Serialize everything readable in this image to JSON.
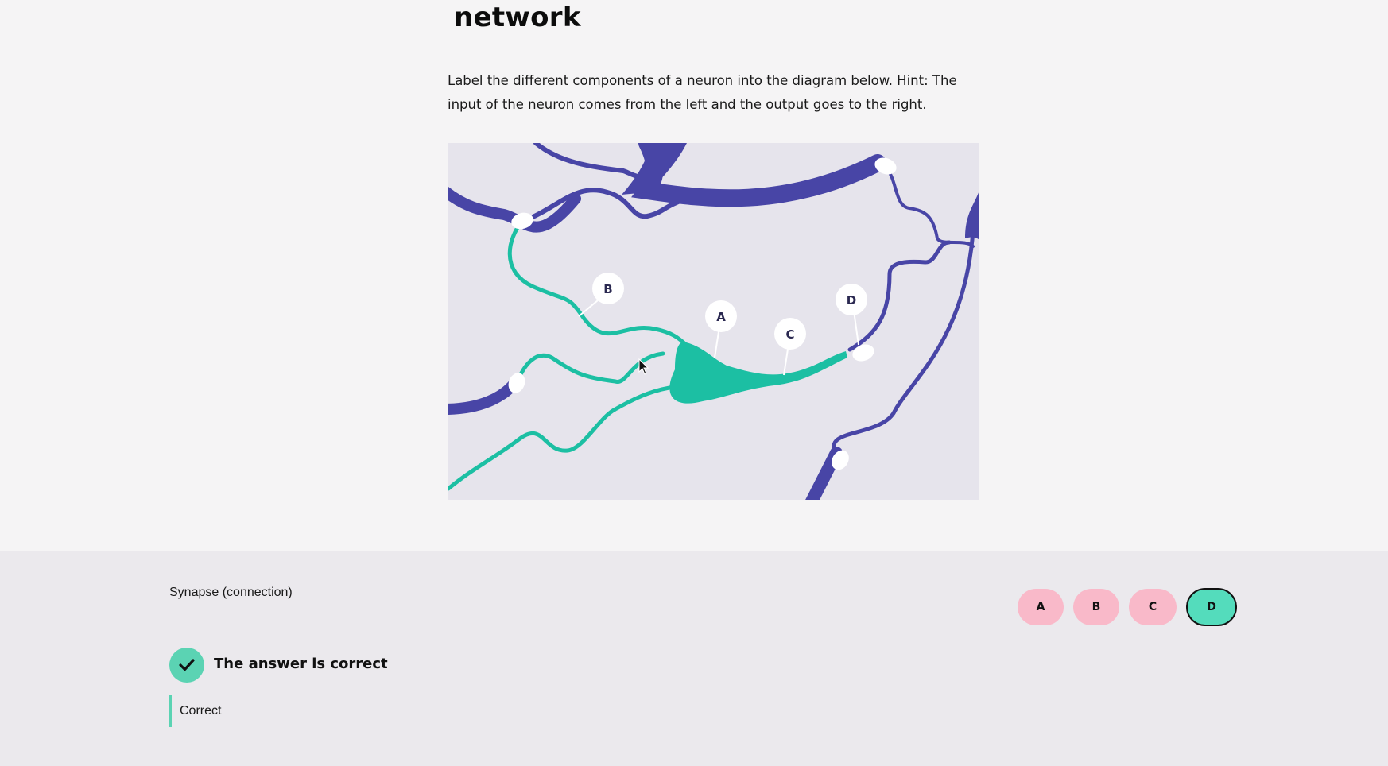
{
  "page": {
    "heading": "network",
    "instructions": "Label the different components of a neuron into the diagram below. Hint: The input of the neuron comes from the left and the output goes to the right."
  },
  "diagram": {
    "labels": [
      "A",
      "B",
      "C",
      "D"
    ],
    "colors": {
      "background": "#e6e4ec",
      "neuron": "#1cbfa3",
      "network": "#4845a6",
      "synapse": "#ffffff"
    }
  },
  "question": {
    "text": "Synapse (connection)",
    "options": [
      {
        "label": "A",
        "selected": false
      },
      {
        "label": "B",
        "selected": false
      },
      {
        "label": "C",
        "selected": false
      },
      {
        "label": "D",
        "selected": true
      }
    ]
  },
  "feedback": {
    "title": "The answer is correct",
    "explanation": "Correct",
    "icon": "checkmark-icon",
    "color": "#5bd3b3"
  },
  "colors": {
    "option_default": "#f9b9c9",
    "option_selected": "#54dcbc"
  }
}
